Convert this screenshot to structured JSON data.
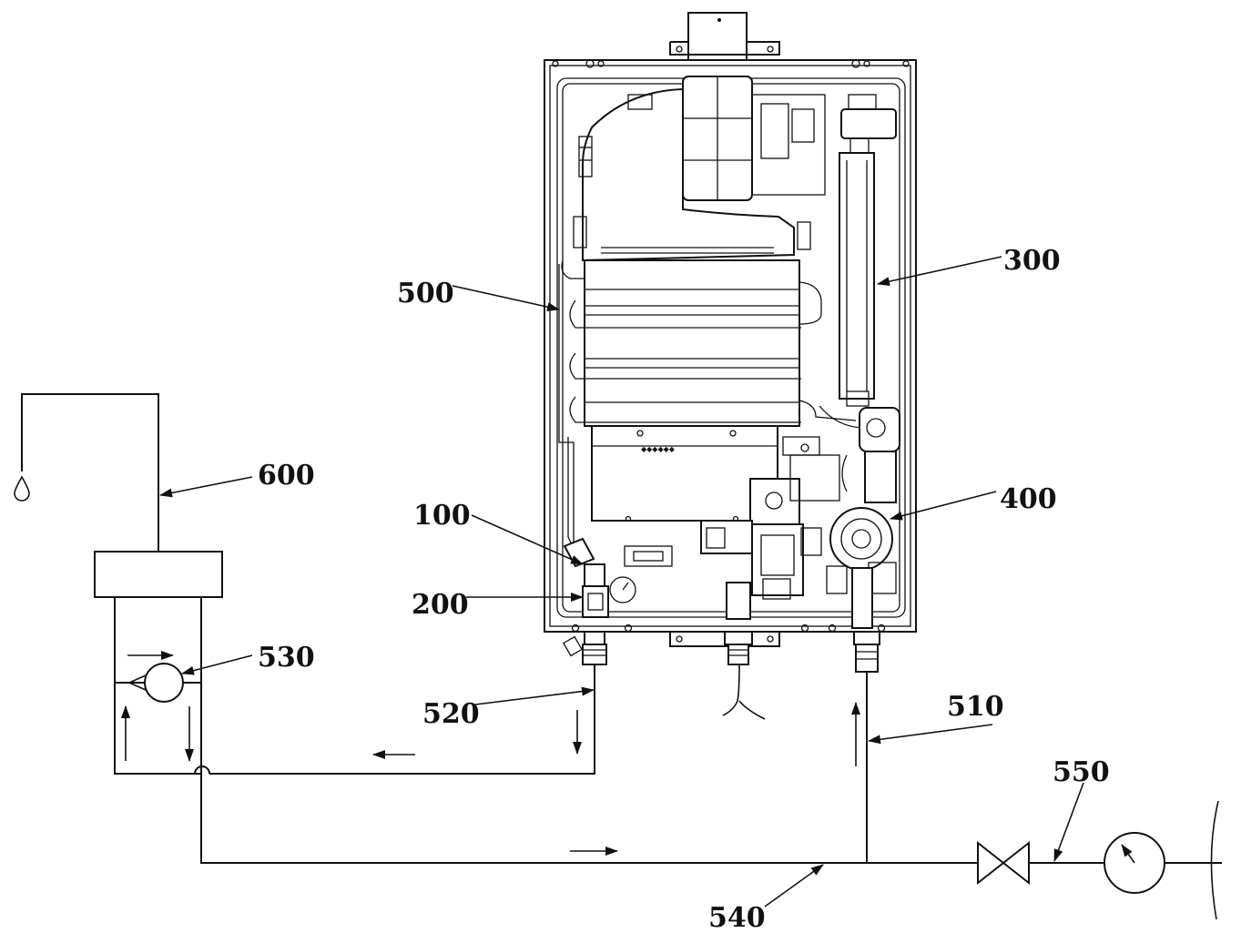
{
  "labels": {
    "l100": "100",
    "l200": "200",
    "l300": "300",
    "l400": "400",
    "l500": "500",
    "l510": "510",
    "l520": "520",
    "l530": "530",
    "l540": "540",
    "l550": "550",
    "l600": "600"
  },
  "icons": {
    "faucet": "water-drop-icon",
    "valve": "gate-valve-icon",
    "gauge": "pressure-gauge-icon",
    "pump": "circulation-pump-icon"
  },
  "colors": {
    "line": "#111111",
    "background": "#ffffff"
  }
}
